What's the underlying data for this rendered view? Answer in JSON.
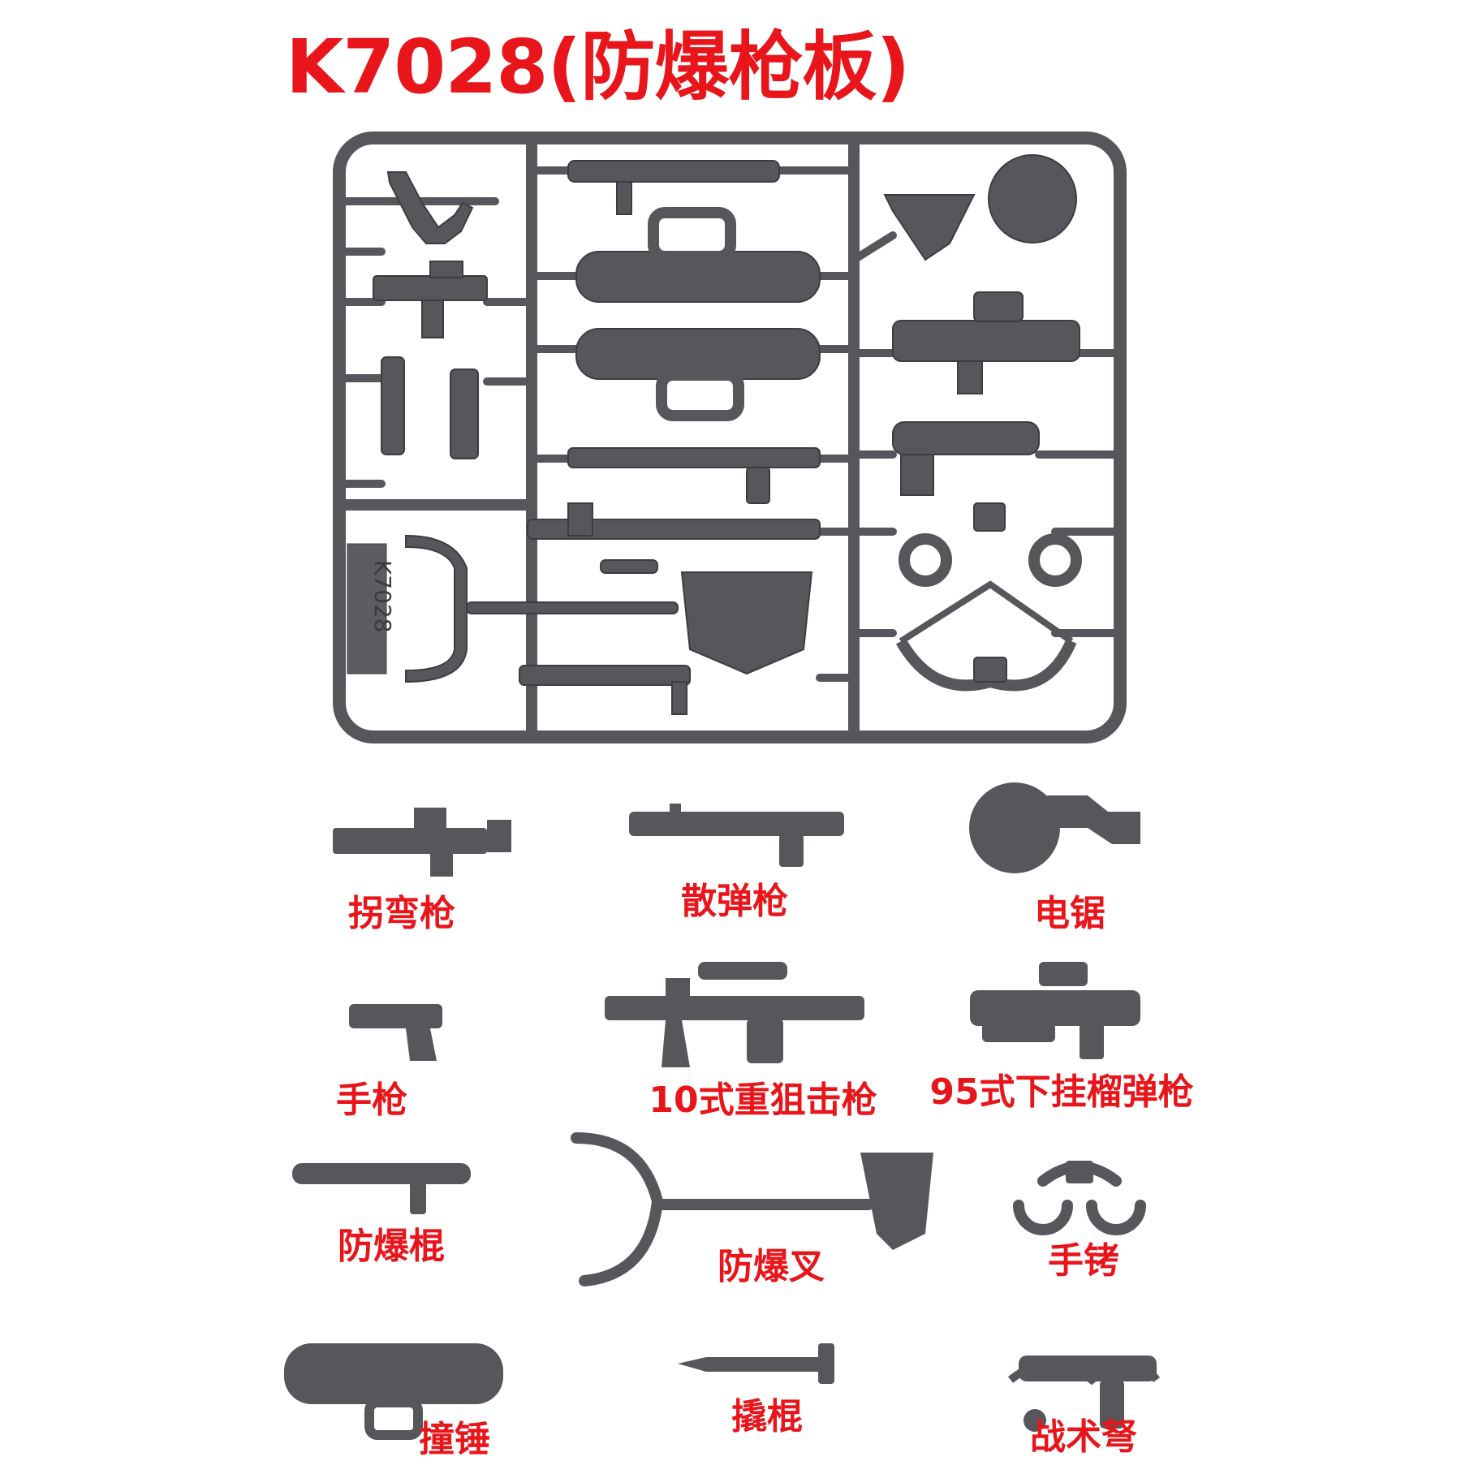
{
  "title": "K7028(防爆枪板)",
  "sprue_code": "K7028",
  "colors": {
    "title": "#e8151b",
    "label": "#e8151b",
    "plastic": "#55575b",
    "plastic_dark": "#3c3d40",
    "background": "#ffffff"
  },
  "parts": [
    {
      "id": "corner-gun",
      "label": "拐弯枪",
      "icon": "corner-shot-gun-icon"
    },
    {
      "id": "shotgun",
      "label": "散弹枪",
      "icon": "shotgun-icon"
    },
    {
      "id": "chainsaw",
      "label": "电锯",
      "icon": "circular-saw-icon"
    },
    {
      "id": "pistol",
      "label": "手枪",
      "icon": "pistol-icon"
    },
    {
      "id": "type10-sniper",
      "label": "10式重狙击枪",
      "icon": "heavy-sniper-rifle-icon"
    },
    {
      "id": "type95-grenade",
      "label": "95式下挂榴弹枪",
      "icon": "rifle-grenade-launcher-icon"
    },
    {
      "id": "baton",
      "label": "防爆棍",
      "icon": "riot-baton-icon"
    },
    {
      "id": "restraint-fork",
      "label": "防爆叉",
      "icon": "restraint-fork-icon"
    },
    {
      "id": "handcuffs",
      "label": "手铐",
      "icon": "handcuffs-icon"
    },
    {
      "id": "battering-ram",
      "label": "撞锤",
      "icon": "battering-ram-icon"
    },
    {
      "id": "crowbar",
      "label": "撬棍",
      "icon": "crowbar-icon"
    },
    {
      "id": "crossbow",
      "label": "战术弩",
      "icon": "crossbow-icon"
    }
  ]
}
